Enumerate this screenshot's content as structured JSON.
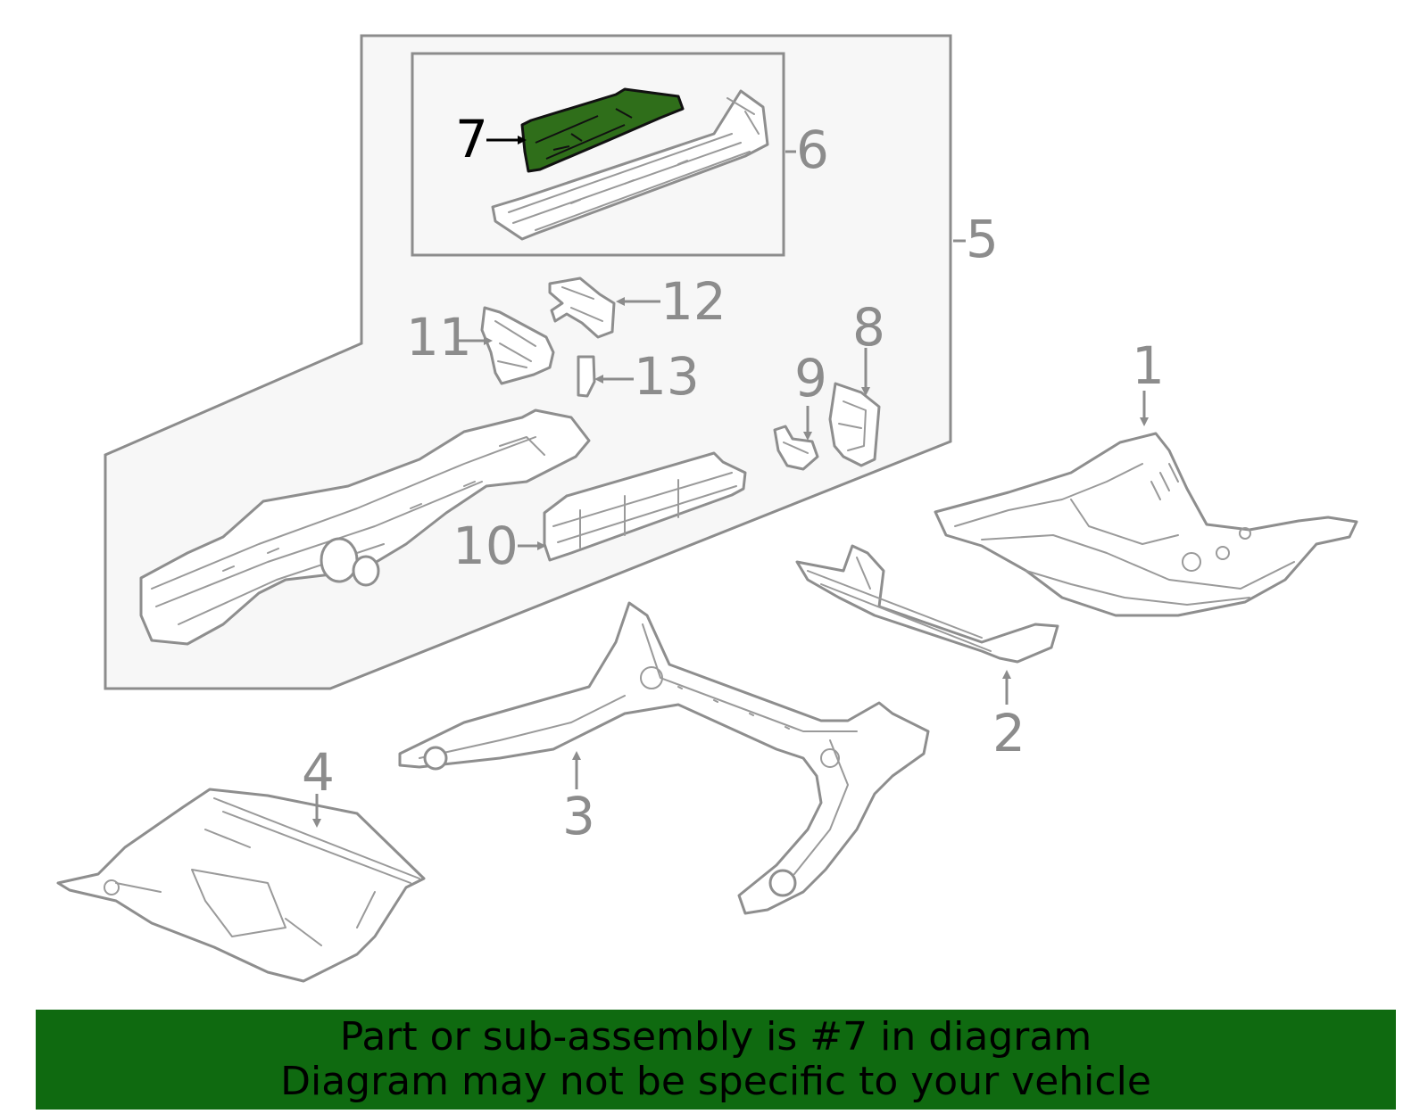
{
  "highlight_color": "#2f6e1a",
  "banner_color": "#0f6a10",
  "callouts": {
    "c1": "1",
    "c2": "2",
    "c3": "3",
    "c4": "4",
    "c5": "5",
    "c6": "6",
    "c7": "7",
    "c8": "8",
    "c9": "9",
    "c10": "10",
    "c11": "11",
    "c12": "12",
    "c13": "13"
  },
  "highlighted_part": "7",
  "banner": {
    "line1": "Part or sub-assembly is #7 in diagram",
    "line2": "Diagram may not be specific to your vehicle"
  }
}
